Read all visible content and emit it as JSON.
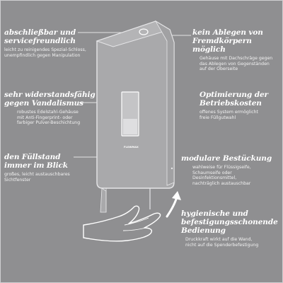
{
  "colors": {
    "background": "#8f8f91",
    "text": "#ffffff",
    "dispenser_body": "#a9a9ab",
    "dispenser_outline": "#e6e6e8",
    "window": "#d8d8da"
  },
  "features": {
    "lock": {
      "heading": "abschließbar und\nservicefreundlich",
      "detail": "leicht zu reinigendes Spezial-Schloss,\nunempfindlich gegen Manipulation"
    },
    "no_storage": {
      "heading": "kein Ablegen von\nFremdkörpern möglich",
      "detail": "Gehäuse mit Dachschräge gegen\ndas Ablegen von Gegenständen\nauf der Oberseite"
    },
    "vandalism": {
      "heading": "sehr widerstandsfähig\ngegen Vandalismus",
      "detail": "robustes Edelstahl-Gehäuse\nmit Anti-Fingerprint- oder\nfarbiger Pulver-Beschichtung"
    },
    "costs": {
      "heading": "Optimierung der\nBetriebskosten",
      "detail": "offenes System ermöglicht\nfreie Füllgutwahl"
    },
    "fill_level": {
      "heading": "den Füllstand\nimmer im Blick",
      "detail": "großes, leicht austauschbares\nSichtfenster"
    },
    "modular": {
      "heading": "modulare Bestückung",
      "detail": "wahlweise für Flüssigseife,\nSchaumseife oder\nDesinfektionsmittel,\nnachträglich austauschbar"
    },
    "hygienic": {
      "heading": "hygienische und\nbefestigungsschonende\nBedienung",
      "detail": "Druckkraft wirkt auf die Wand,\nnicht auf die Spenderbefestigung"
    }
  },
  "product": {
    "brand": "FLOWMAX"
  }
}
